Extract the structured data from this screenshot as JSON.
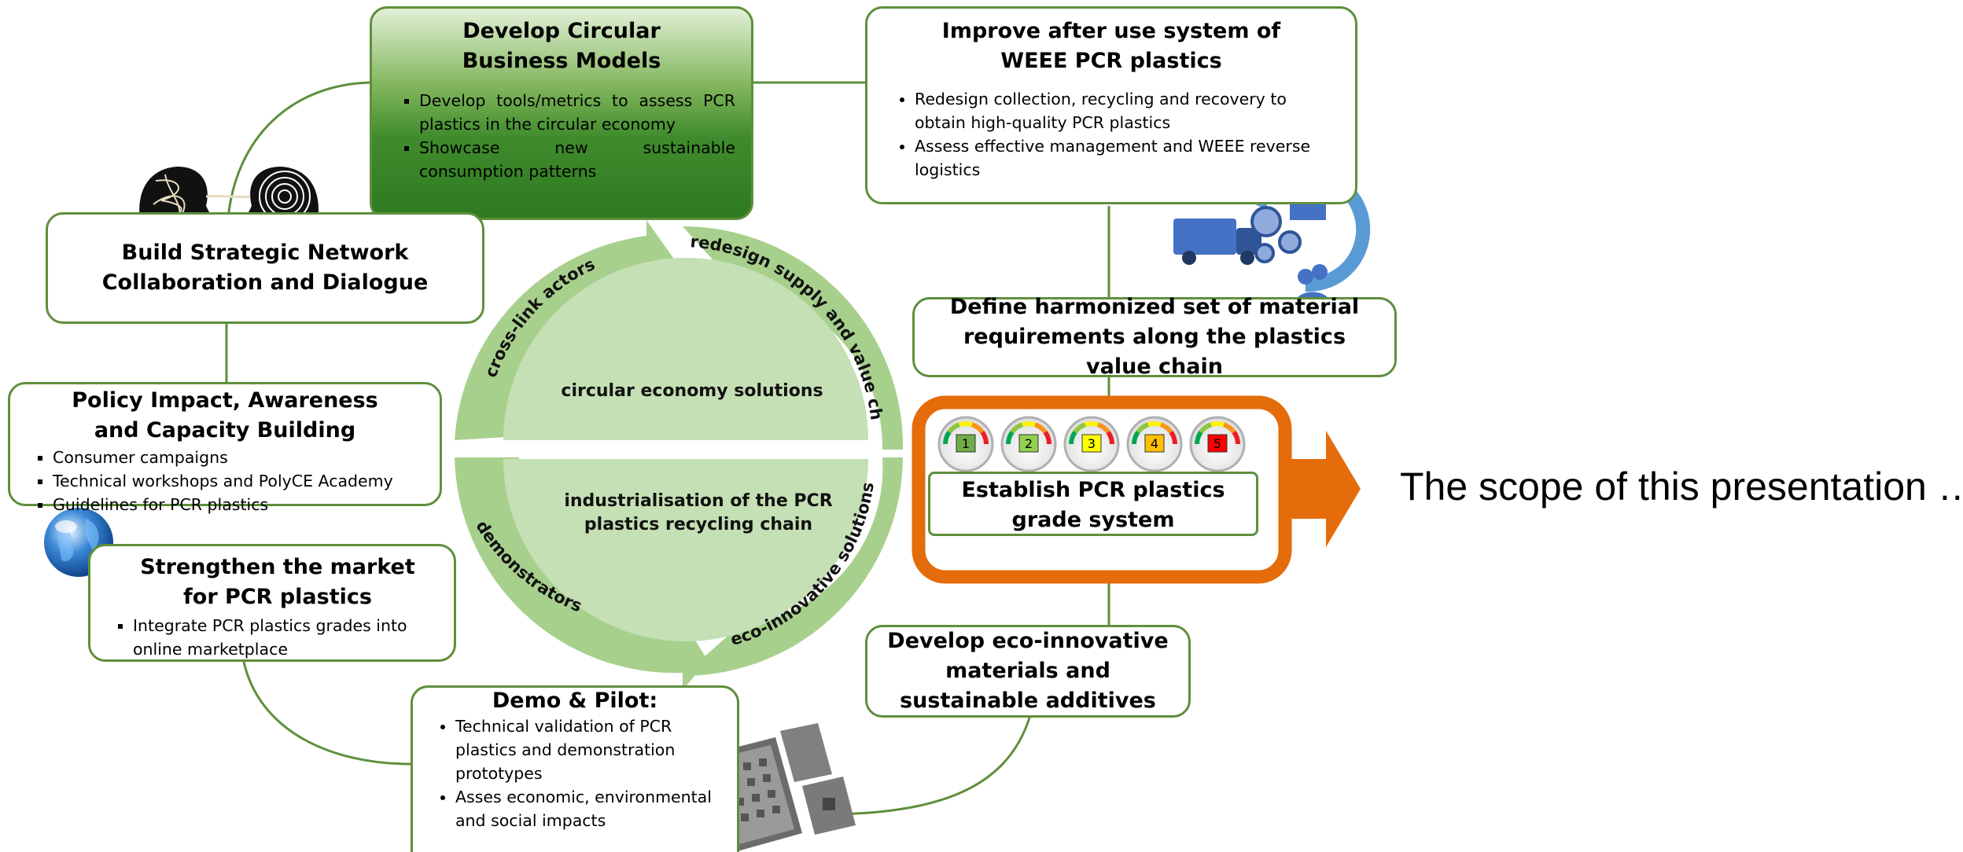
{
  "colors": {
    "accent_green": "#5f8f3c",
    "arrow_orange": "#e46c0a",
    "ring_green": "#a8d08d",
    "inner_green": "#c5e0b4"
  },
  "icons": [
    "heads-icon",
    "globe-icon",
    "logistics-cycle-icon",
    "grade-gauges-icon",
    "scope-arrow-icon",
    "electronics-parts-icon"
  ],
  "boxes": {
    "business": {
      "title": "Develop Circular Business Models",
      "items": [
        "Develop tools/metrics to assess PCR plastics in the circular economy",
        "Showcase new sustainable consumption patterns"
      ]
    },
    "weee": {
      "title": "Improve after use  system of WEEE PCR plastics",
      "items": [
        "Redesign collection, recycling and recovery to obtain high-quality PCR plastics",
        "Assess effective management and WEEE reverse logistics"
      ]
    },
    "network": {
      "title": "Build Strategic Network Collaboration and Dialogue"
    },
    "material": {
      "title": "Define harmonized set of material requirements along the plastics value chain"
    },
    "policy": {
      "title": "Policy Impact, Awareness and Capacity Building",
      "items": [
        "Consumer campaigns",
        "Technical workshops and PolyCE Academy",
        "Guidelines for PCR plastics"
      ]
    },
    "grade": {
      "title": "Establish PCR plastics grade system"
    },
    "market": {
      "title": "Strengthen the market for PCR plastics",
      "items": [
        "Integrate PCR plastics grades into online marketplace"
      ]
    },
    "ecomat": {
      "title": "Develop eco-innovative materials and sustainable additives"
    },
    "demo": {
      "title": "Demo & Pilot:",
      "items": [
        "Technical validation of PCR plastics and demonstration prototypes",
        "Asses economic, environmental and social impacts"
      ]
    }
  },
  "cycle": {
    "arc_labels": [
      "cross-link actors",
      "redesign supply and value chain",
      "demonstrators",
      "eco-innovative solutions"
    ],
    "top_center": "circular economy solutions",
    "bottom_center": "industrialisation of the PCR plastics recycling chain"
  },
  "gauge_numbers": [
    "1",
    "2",
    "3",
    "4",
    "5"
  ],
  "scope_text": "The scope of this presentation …"
}
